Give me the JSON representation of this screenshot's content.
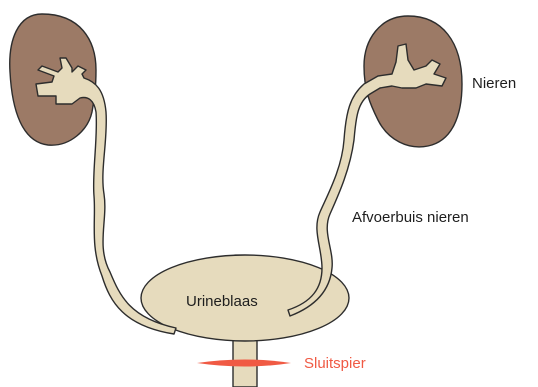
{
  "labels": {
    "kidneys": "Nieren",
    "ureters": "Afvoerbuis nieren",
    "bladder": "Urineblaas",
    "sphincter": "Sluitspier"
  },
  "colors": {
    "kidney": "#9c7a66",
    "tube_fill": "#e6dbbd",
    "outline": "#2d2d2d",
    "sphincter": "#f05a44",
    "label_text": "#1e1e1e",
    "background": "#ffffff"
  }
}
